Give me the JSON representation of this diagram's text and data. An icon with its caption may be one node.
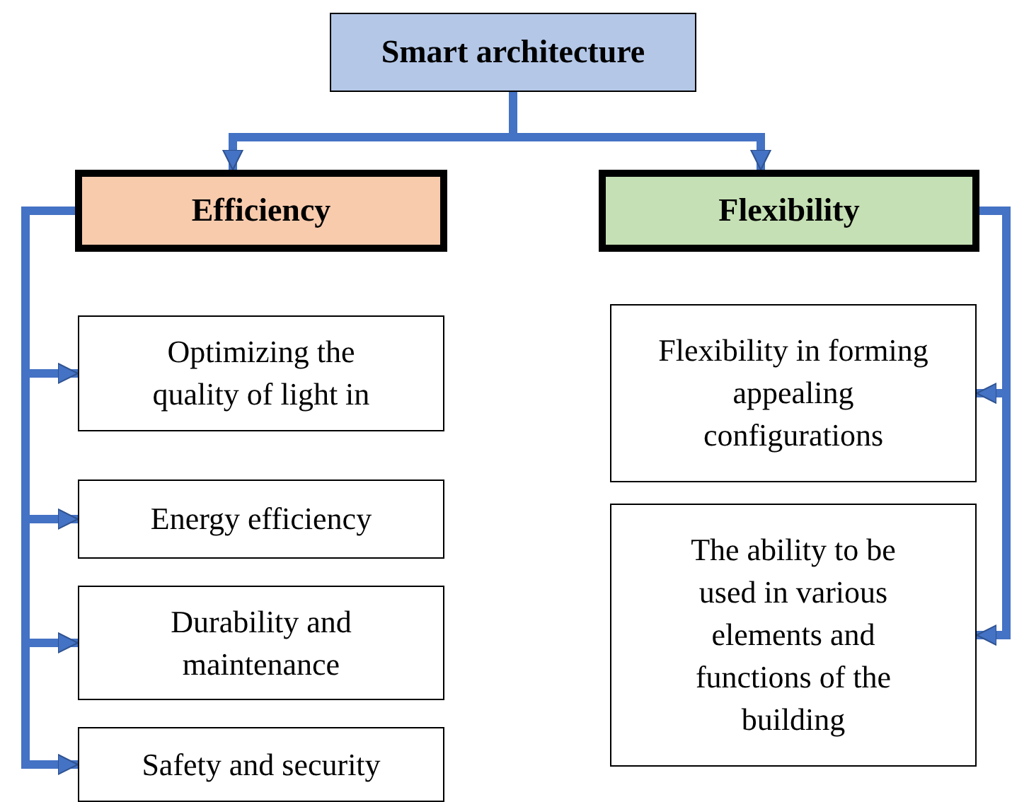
{
  "diagram": {
    "nodes": [
      {
        "text": [
          "Smart architecture"
        ]
      },
      {
        "text": [
          "Efficiency"
        ]
      },
      {
        "text": [
          "Flexibility"
        ]
      },
      {
        "text": [
          "Optimizing the quality of light in"
        ]
      },
      {
        "text": [
          "Energy efficiency"
        ]
      },
      {
        "text": [
          "Durability and maintenance"
        ]
      },
      {
        "text": [
          "Safety and security"
        ]
      },
      {
        "text": [
          "Flexibility in forming appealing configurations"
        ]
      },
      {
        "text": [
          "The ability to be used in various elements and functions of the building"
        ]
      }
    ],
    "edges": [
      {
        "from": 0,
        "to": 1,
        "arrow": "to"
      },
      {
        "from": 0,
        "to": 2,
        "arrow": "to"
      },
      {
        "from": 1,
        "to": 3,
        "arrow": "to"
      },
      {
        "from": 1,
        "to": 4,
        "arrow": "to"
      },
      {
        "from": 1,
        "to": 5,
        "arrow": "to"
      },
      {
        "from": 1,
        "to": 6,
        "arrow": "to"
      },
      {
        "from": 2,
        "to": 7,
        "arrow": "to"
      },
      {
        "from": 2,
        "to": 8,
        "arrow": "to"
      }
    ]
  }
}
